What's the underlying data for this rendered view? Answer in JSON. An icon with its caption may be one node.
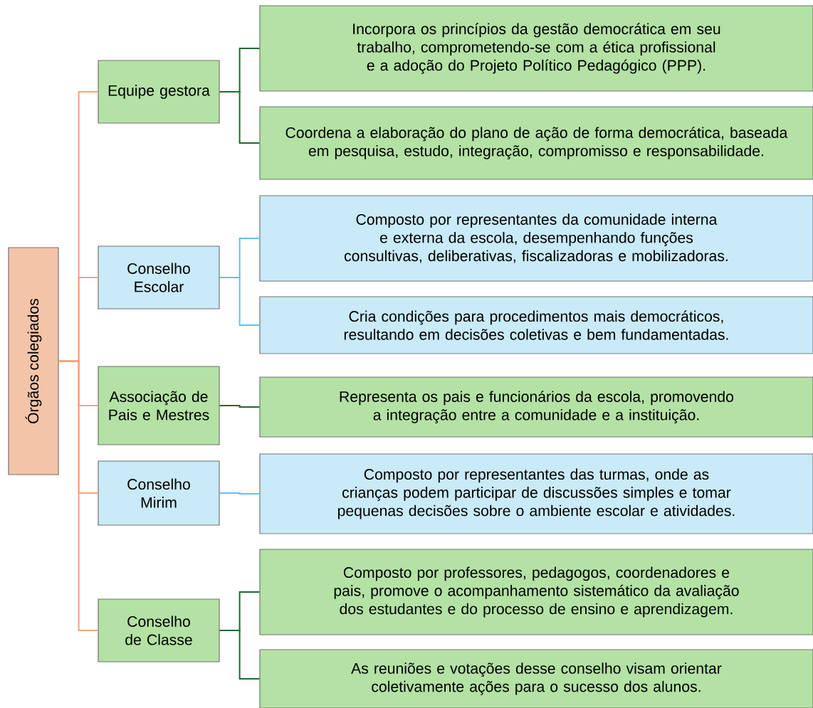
{
  "diagram": {
    "nodes": [
      {
        "text": [
          "Órgãos colegiados"
        ]
      },
      {
        "text": [
          "Equipe gestora"
        ]
      },
      {
        "text": [
          "Incorpora os princípios da gestão democrática em seu trabalho, comprometendo-se com a ética profissional e a adoção do Projeto Político Pedagógico (PPP)."
        ]
      },
      {
        "text": [
          "Coordena a elaboração do plano de ação de forma democrática, baseada em pesquisa, estudo, integração, compromisso e responsabilidade."
        ]
      },
      {
        "text": [
          "Conselho Escolar"
        ]
      },
      {
        "text": [
          "Composto por representantes da comunidade interna e externa da escola, desempenhando funções consultivas, deliberativas, fiscalizadoras e mobilizadoras."
        ]
      },
      {
        "text": [
          "Cria condições para procedimentos mais democráticos, resultando em decisões coletivas e bem fundamentadas."
        ]
      },
      {
        "text": [
          "Associação de Pais e Mestres"
        ]
      },
      {
        "text": [
          "Representa os pais e funcionários da escola, promovendo a integração entre a comunidade e a instituição."
        ]
      },
      {
        "text": [
          "Conselho Mirim"
        ]
      },
      {
        "text": [
          "Composto por representantes das turmas, onde as crianças podem participar de discussões simples e tomar pequenas decisões sobre o ambiente escolar e atividades."
        ]
      },
      {
        "text": [
          "Conselho de Classe"
        ]
      },
      {
        "text": [
          "Composto por professores, pedagogos, coordenadores e pais, promove o acompanhamento sistemático da avaliação dos estudantes e do processo de ensino e aprendizagem."
        ]
      },
      {
        "text": [
          "As reuniões e votações desse conselho visam orientar coletivamente ações para o sucesso dos alunos."
        ]
      }
    ],
    "edges": [
      {
        "from": 0,
        "to": 1,
        "arrow": "none",
        "color": "#f4a57c"
      },
      {
        "from": 0,
        "to": 4,
        "arrow": "none",
        "color": "#f4a57c"
      },
      {
        "from": 0,
        "to": 7,
        "arrow": "none",
        "color": "#f4a57c"
      },
      {
        "from": 0,
        "to": 9,
        "arrow": "none",
        "color": "#f4a57c"
      },
      {
        "from": 0,
        "to": 11,
        "arrow": "none",
        "color": "#f4a57c"
      },
      {
        "from": 1,
        "to": 2,
        "arrow": "none",
        "color": "#1f6b2a"
      },
      {
        "from": 1,
        "to": 3,
        "arrow": "none",
        "color": "#1f6b2a"
      },
      {
        "from": 4,
        "to": 5,
        "arrow": "none",
        "color": "#5cc4f0"
      },
      {
        "from": 4,
        "to": 6,
        "arrow": "none",
        "color": "#5cc4f0"
      },
      {
        "from": 7,
        "to": 8,
        "arrow": "none",
        "color": "#1f6b2a"
      },
      {
        "from": 9,
        "to": 10,
        "arrow": "none",
        "color": "#5cc4f0"
      },
      {
        "from": 11,
        "to": 12,
        "arrow": "none",
        "color": "#1f6b2a"
      },
      {
        "from": 11,
        "to": 13,
        "arrow": "none",
        "color": "#1f6b2a"
      }
    ]
  }
}
